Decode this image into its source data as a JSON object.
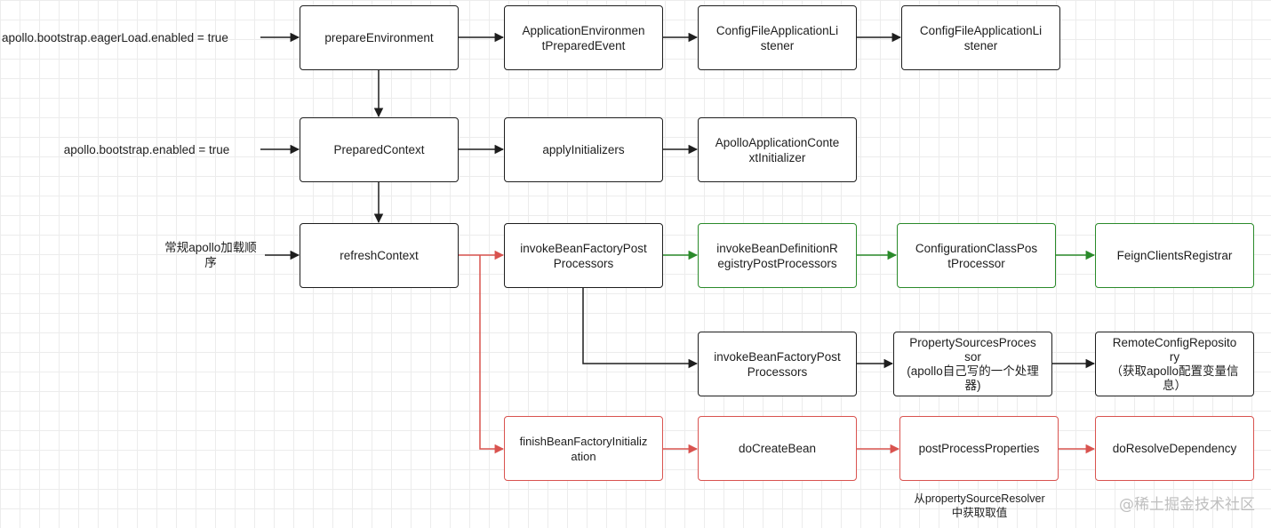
{
  "colors": {
    "default": "#1e1e1e",
    "green": "#2a8a2a",
    "red": "#d9534f"
  },
  "conditions": {
    "eager_load": "apollo.bootstrap.eagerLoad.enabled = true",
    "bootstrap_enabled": "apollo.bootstrap.enabled = true",
    "normal_order": "常规apollo加载顺\n序"
  },
  "nodes": {
    "prepare_environment": "prepareEnvironment",
    "env_prepared_event": "ApplicationEnvironmen\ntPreparedEvent",
    "config_file_listener_1": "ConfigFileApplicationLi\nstener",
    "config_file_listener_2": "ConfigFileApplicationLi\nstener",
    "prepared_context": "PreparedContext",
    "apply_initializers": "applyInitializers",
    "apollo_initializer": "ApolloApplicationConte\nxtInitializer",
    "refresh_context": "refreshContext",
    "invoke_bfpp_1": "invokeBeanFactoryPost\nProcessors",
    "invoke_bdrpp": "invokeBeanDefinitionR\negistryPostProcessors",
    "config_class_pp": "ConfigurationClassPos\ntProcessor",
    "feign_registrar": "FeignClientsRegistrar",
    "invoke_bfpp_2": "invokeBeanFactoryPost\nProcessors",
    "property_sources_processor": "PropertySourcesProces\nsor\n(apollo自己写的一个处理\n器)",
    "remote_config_repo": "RemoteConfigReposito\nry\n（获取apollo配置变量信\n息）",
    "finish_bf_init": "finishBeanFactoryInitializ\nation",
    "do_create_bean": "doCreateBean",
    "post_process_properties": "postProcessProperties",
    "do_resolve_dependency": "doResolveDependency"
  },
  "notes": {
    "property_source_resolver": "从propertySourceResolver\n中获取取值"
  },
  "watermark": "@稀土掘金技术社区"
}
